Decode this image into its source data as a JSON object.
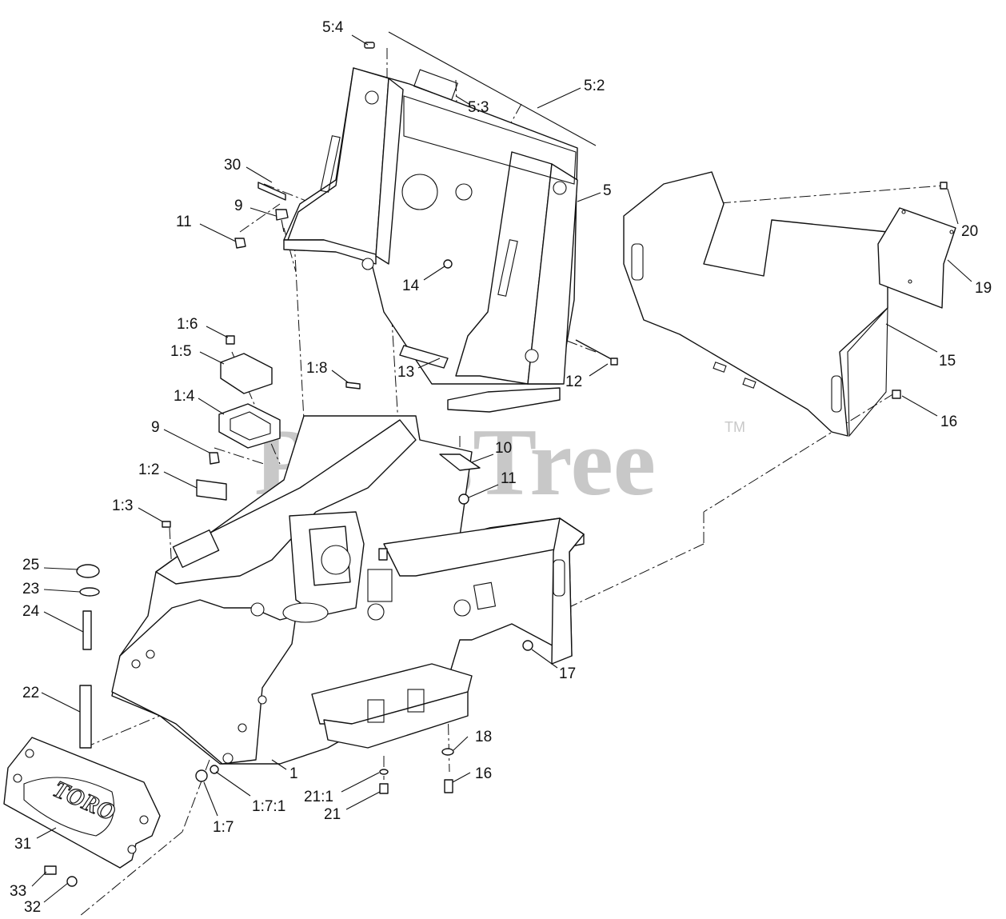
{
  "watermark": {
    "text": "PartsTree",
    "tm": "TM"
  },
  "logo": {
    "text": "TORO"
  },
  "callouts": {
    "c5_4": "5:4",
    "c5_2": "5:2",
    "c5_3": "5:3",
    "c30": "30",
    "c5": "5",
    "c20": "20",
    "c9a": "9",
    "c19": "19",
    "c11a": "11",
    "c14": "14",
    "c1_6": "1:6",
    "c15": "15",
    "c1_5": "1:5",
    "c1_8": "1:8",
    "c13": "13",
    "c12": "12",
    "c1_4": "1:4",
    "c16a": "16",
    "c9b": "9",
    "c10": "10",
    "c1_2": "1:2",
    "c11b": "11",
    "c1_3": "1:3",
    "c25": "25",
    "c23": "23",
    "c24": "24",
    "c17": "17",
    "c22": "22",
    "c18": "18",
    "c1": "1",
    "c16b": "16",
    "c21_1": "21:1",
    "c21": "21",
    "c1_7_1": "1:7:1",
    "c31": "31",
    "c1_7": "1:7",
    "c33": "33",
    "c32": "32"
  }
}
